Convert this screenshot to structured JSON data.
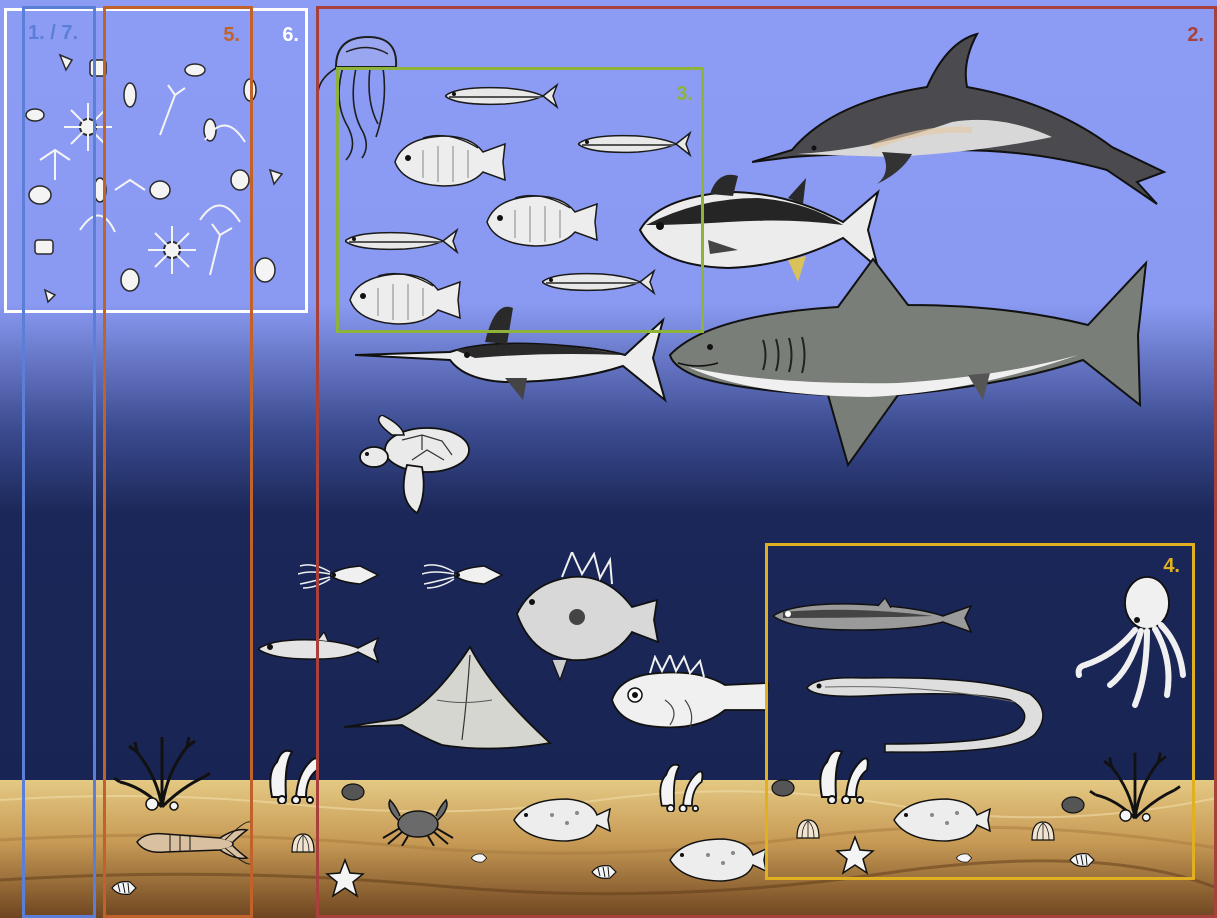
{
  "boxes": [
    {
      "id": "box-1-7",
      "label": "1. / 7.",
      "color": "#5b7fd6"
    },
    {
      "id": "box-2",
      "label": "2.",
      "color": "#a8403c"
    },
    {
      "id": "box-3",
      "label": "3.",
      "color": "#8db33a"
    },
    {
      "id": "box-4",
      "label": "4.",
      "color": "#e0b020"
    },
    {
      "id": "box-5",
      "label": "5.",
      "color": "#c0622a"
    },
    {
      "id": "box-6",
      "label": "6.",
      "color": "#ffffff"
    }
  ],
  "colors": {
    "surface_water": "#8c9cf5",
    "deep_water": "#172350",
    "seabed_light": "#d9b870",
    "seabed_dark": "#7a5226"
  },
  "icons": [
    "jellyfish-icon",
    "plankton-icon",
    "sardine-icon",
    "tilapia-icon",
    "dolphin-icon",
    "tuna-icon",
    "swordfish-icon",
    "shark-icon",
    "turtle-icon",
    "squid-icon",
    "john-dory-icon",
    "stingray-icon",
    "scorpionfish-icon",
    "deep-sea-fish-icon",
    "eel-icon",
    "octopus-icon",
    "crab-icon",
    "lobster-icon",
    "flatfish-icon",
    "starfish-icon",
    "shell-icon",
    "seaweed-icon"
  ]
}
